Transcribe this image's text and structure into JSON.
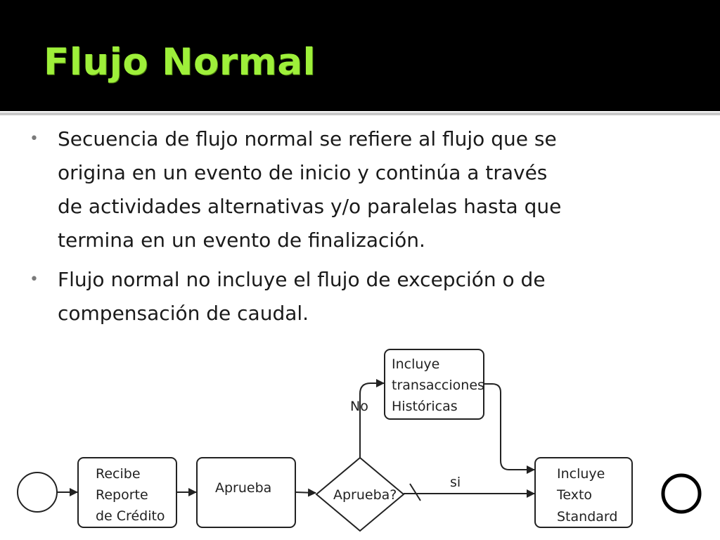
{
  "slide": {
    "title": "Flujo Normal",
    "bullets": [
      {
        "lines": [
          "Secuencia de flujo normal se refiere al flujo que se",
          "origina en un evento de inicio y continúa a través",
          "de actividades alternativas y/o paralelas hasta que",
          "termina en un evento de finalización."
        ]
      },
      {
        "lines": [
          "Flujo normal no incluye el flujo de excepción o de",
          "compensación de caudal."
        ]
      }
    ],
    "bullet_glyph": "•",
    "colors": {
      "title_bar": "#000000",
      "title_text": "#9ef03a",
      "body_text": "#1a1a1a"
    }
  },
  "diagram": {
    "start_event": "",
    "end_event": "",
    "tasks": {
      "recibe": [
        "Recibe",
        "Reporte",
        "de Crédito"
      ],
      "aprueba": [
        "Aprueba"
      ],
      "historicas": [
        "Incluye",
        "transacciones",
        "Históricas"
      ],
      "standard": [
        "Incluye",
        "Texto",
        "Standard"
      ]
    },
    "gateway": "Aprueba?",
    "edge_labels": {
      "no": "No",
      "si": "si"
    }
  }
}
